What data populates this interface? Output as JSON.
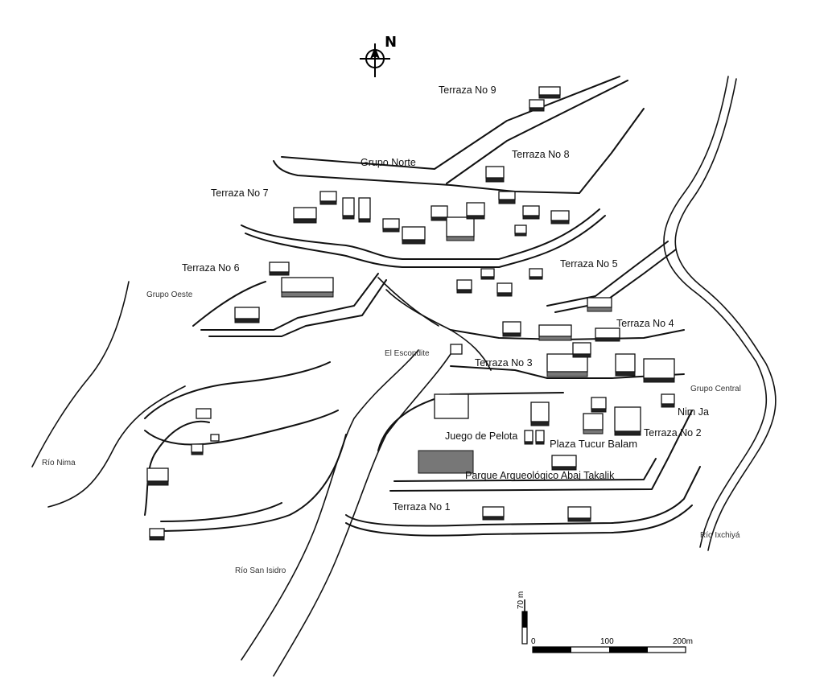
{
  "map": {
    "north_label": "N",
    "labels": {
      "terraza9": "Terraza No 9",
      "terraza8": "Terraza No 8",
      "grupo_norte": "Grupo Norte",
      "terraza7": "Terraza No 7",
      "terraza6": "Terraza No 6",
      "grupo_oeste": "Grupo Oeste",
      "terraza5": "Terraza No 5",
      "terraza4": "Terraza No 4",
      "el_escondite": "El Escondite",
      "terraza3": "Terraza No 3",
      "grupo_central": "Grupo Central",
      "nim_ja": "Nim Ja",
      "juego_pelota": "Juego de Pelota",
      "terraza2": "Terraza No 2",
      "plaza_tucur": "Plaza Tucur Balam",
      "parque": "Parque Arqueológico Abaj Takalik",
      "terraza1": "Terraza No 1",
      "rio_nima": "Río Nima",
      "rio_san_isidro": "Río San Isidro",
      "rio_ixchiya": "Río Ixchiyá"
    },
    "scale": {
      "vertical_label": "70 m",
      "ticks": [
        "0",
        "100",
        "200m"
      ]
    }
  }
}
